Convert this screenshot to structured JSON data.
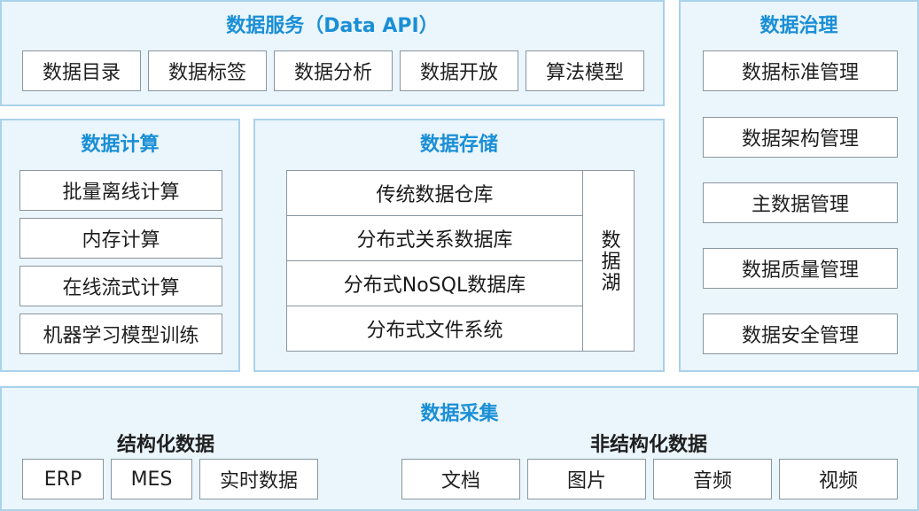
{
  "data_services": {
    "title": "数据服务（Data API）",
    "items": [
      "数据目录",
      "数据标签",
      "数据分析",
      "数据开放",
      "算法模型"
    ]
  },
  "data_governance": {
    "title": "数据治理",
    "items": [
      "数据标准管理",
      "数据架构管理",
      "主数据管理",
      "数据质量管理",
      "数据安全管理"
    ]
  },
  "data_compute": {
    "title": "数据计算",
    "items": [
      "批量离线计算",
      "内存计算",
      "在线流式计算",
      "机器学习模型训练"
    ]
  },
  "data_storage": {
    "title": "数据存储",
    "items": [
      "传统数据仓库",
      "分布式关系数据库",
      "分布式NoSQL数据库",
      "分布式文件系统"
    ],
    "lake": "数据湖"
  },
  "data_collection": {
    "title": "数据采集",
    "structured": {
      "title": "结构化数据",
      "items": [
        "ERP",
        "MES",
        "实时数据"
      ]
    },
    "unstructured": {
      "title": "非结构化数据",
      "items": [
        "文档",
        "图片",
        "音频",
        "视频"
      ]
    }
  },
  "colors": {
    "panel_bg": "#eaf5fc",
    "panel_border": "#a9d2ec",
    "title_blue": "#1a8fd6",
    "box_border": "#8a96a0"
  }
}
